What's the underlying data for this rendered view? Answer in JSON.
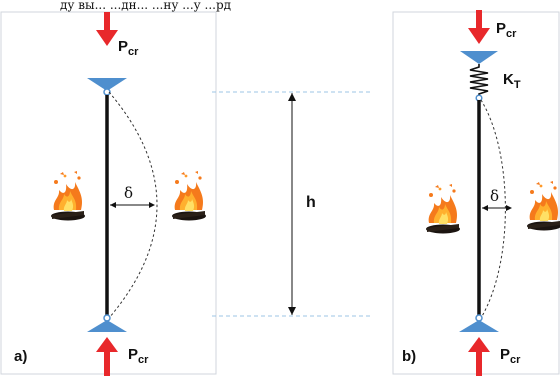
{
  "colors": {
    "background": "#ffffff",
    "panel_border": "#d0d6dc",
    "column": "#111111",
    "support": "#4f8fce",
    "arrow": "#e8282b",
    "dimension_line": "#9cc5e6",
    "fire": "#f57a1c"
  },
  "top_caption_fragment": "ду вы... ...дн... ...ну ...у ...рд",
  "panel_a": {
    "label": "a)",
    "load_top": {
      "main": "P",
      "sub": "cr"
    },
    "load_bottom": {
      "main": "P",
      "sub": "cr"
    },
    "deflection_symbol": "δ",
    "fire_icons": [
      "fire-icon",
      "fire-icon"
    ]
  },
  "height": {
    "symbol": "h"
  },
  "panel_b": {
    "label": "b)",
    "load_top": {
      "main": "P",
      "sub": "cr"
    },
    "load_bottom": {
      "main": "P",
      "sub": "cr"
    },
    "spring": {
      "main": "K",
      "sub": "T",
      "icon": "spring-icon"
    },
    "deflection_symbol": "δ",
    "fire_icons": [
      "fire-icon",
      "fire-icon"
    ]
  }
}
